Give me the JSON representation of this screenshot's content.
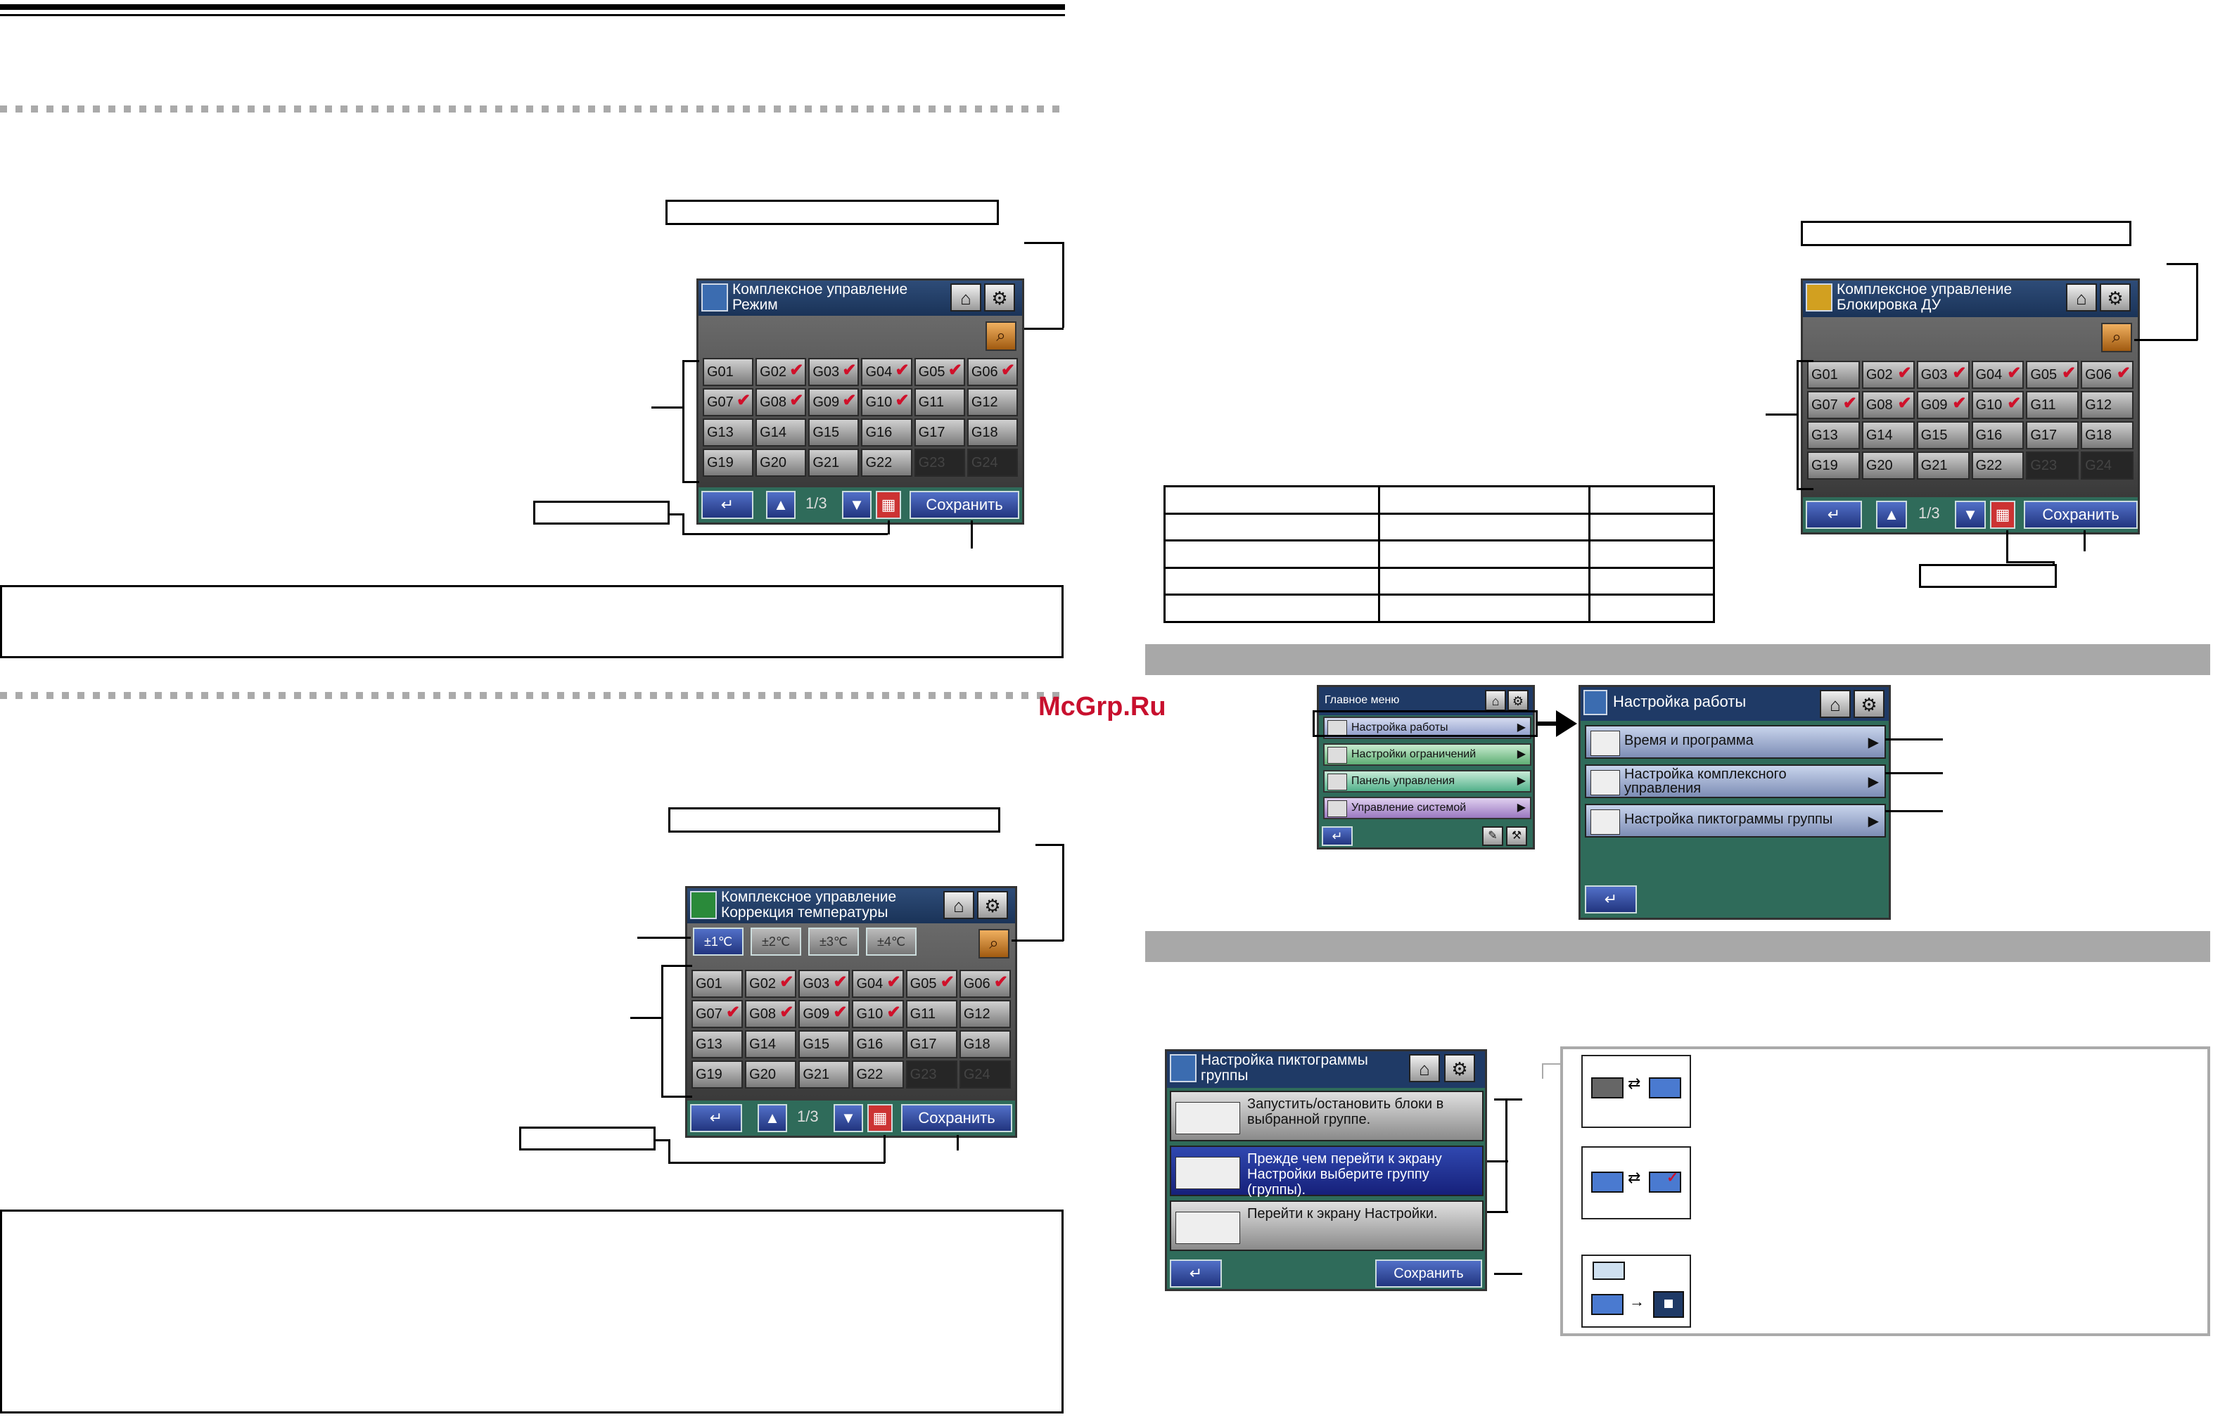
{
  "watermark": "McGrp.Ru",
  "screens": {
    "mode": {
      "title1": "Комплексное управление",
      "title2": "Режим"
    },
    "temp": {
      "title1": "Комплексное управление",
      "title2": "Коррекция температуры"
    },
    "lock": {
      "title1": "Комплексное управление",
      "title2": "Блокировка ДУ"
    }
  },
  "groups": [
    "G01",
    "G02",
    "G03",
    "G04",
    "G05",
    "G06",
    "G07",
    "G08",
    "G09",
    "G10",
    "G11",
    "G12",
    "G13",
    "G14",
    "G15",
    "G16",
    "G17",
    "G18",
    "G19",
    "G20",
    "G21",
    "G22",
    "G23",
    "G24"
  ],
  "footer": {
    "page": "1/3",
    "save": "Сохранить"
  },
  "temp_steps": [
    "±1℃",
    "±2℃",
    "±3℃",
    "±4℃"
  ],
  "main_menu": {
    "title": "Главное меню",
    "items": [
      "Настройка работы",
      "Настройки ограничений",
      "Панель управления",
      "Управление системой"
    ]
  },
  "settings_menu": {
    "title": "Настройка работы",
    "items": [
      "Время и программа",
      "Настройка комплексного управления",
      "Настройка пиктограммы группы"
    ]
  },
  "icon_screen": {
    "title1": "Настройка пиктограммы",
    "title2": "группы",
    "items": [
      "Запустить/остановить блоки в выбранной группе.",
      "Прежде чем перейти к экрану Настройки выберите группу (группы).",
      "Перейти к экрану Настройки."
    ],
    "save": "Сохранить"
  }
}
